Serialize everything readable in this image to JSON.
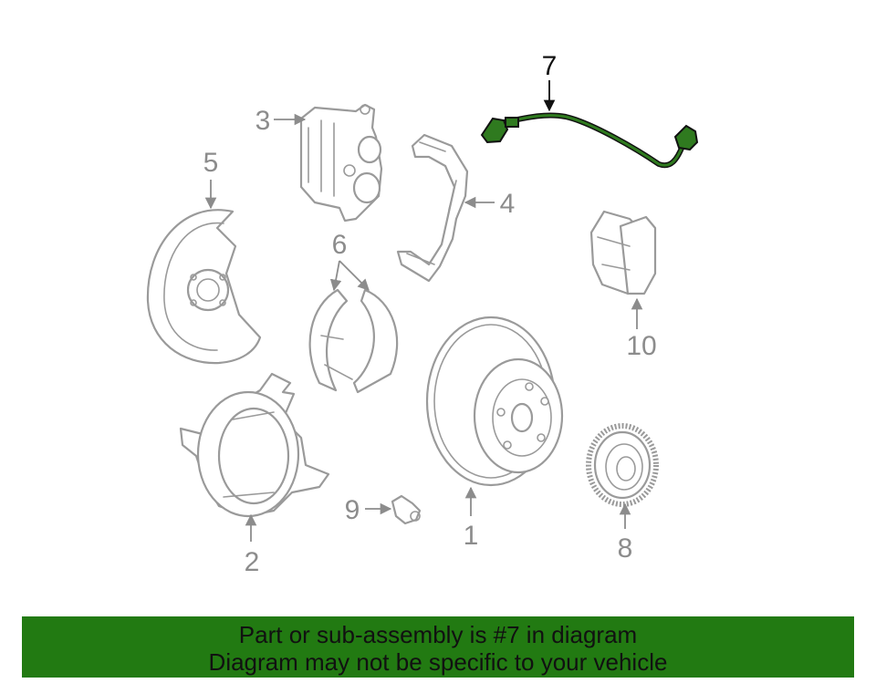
{
  "callouts": {
    "c1": "1",
    "c2": "2",
    "c3": "3",
    "c4": "4",
    "c5": "5",
    "c6": "6",
    "c7": "7",
    "c8": "8",
    "c9": "9",
    "c10": "10"
  },
  "highlighted_part": "7",
  "colors": {
    "highlight": "#1f5c14",
    "banner": "#227a12",
    "part_line": "#9a9a9a"
  },
  "banner": {
    "line1": "Part or sub-assembly is #7 in diagram",
    "line2": "Diagram may not be specific to your vehicle"
  }
}
